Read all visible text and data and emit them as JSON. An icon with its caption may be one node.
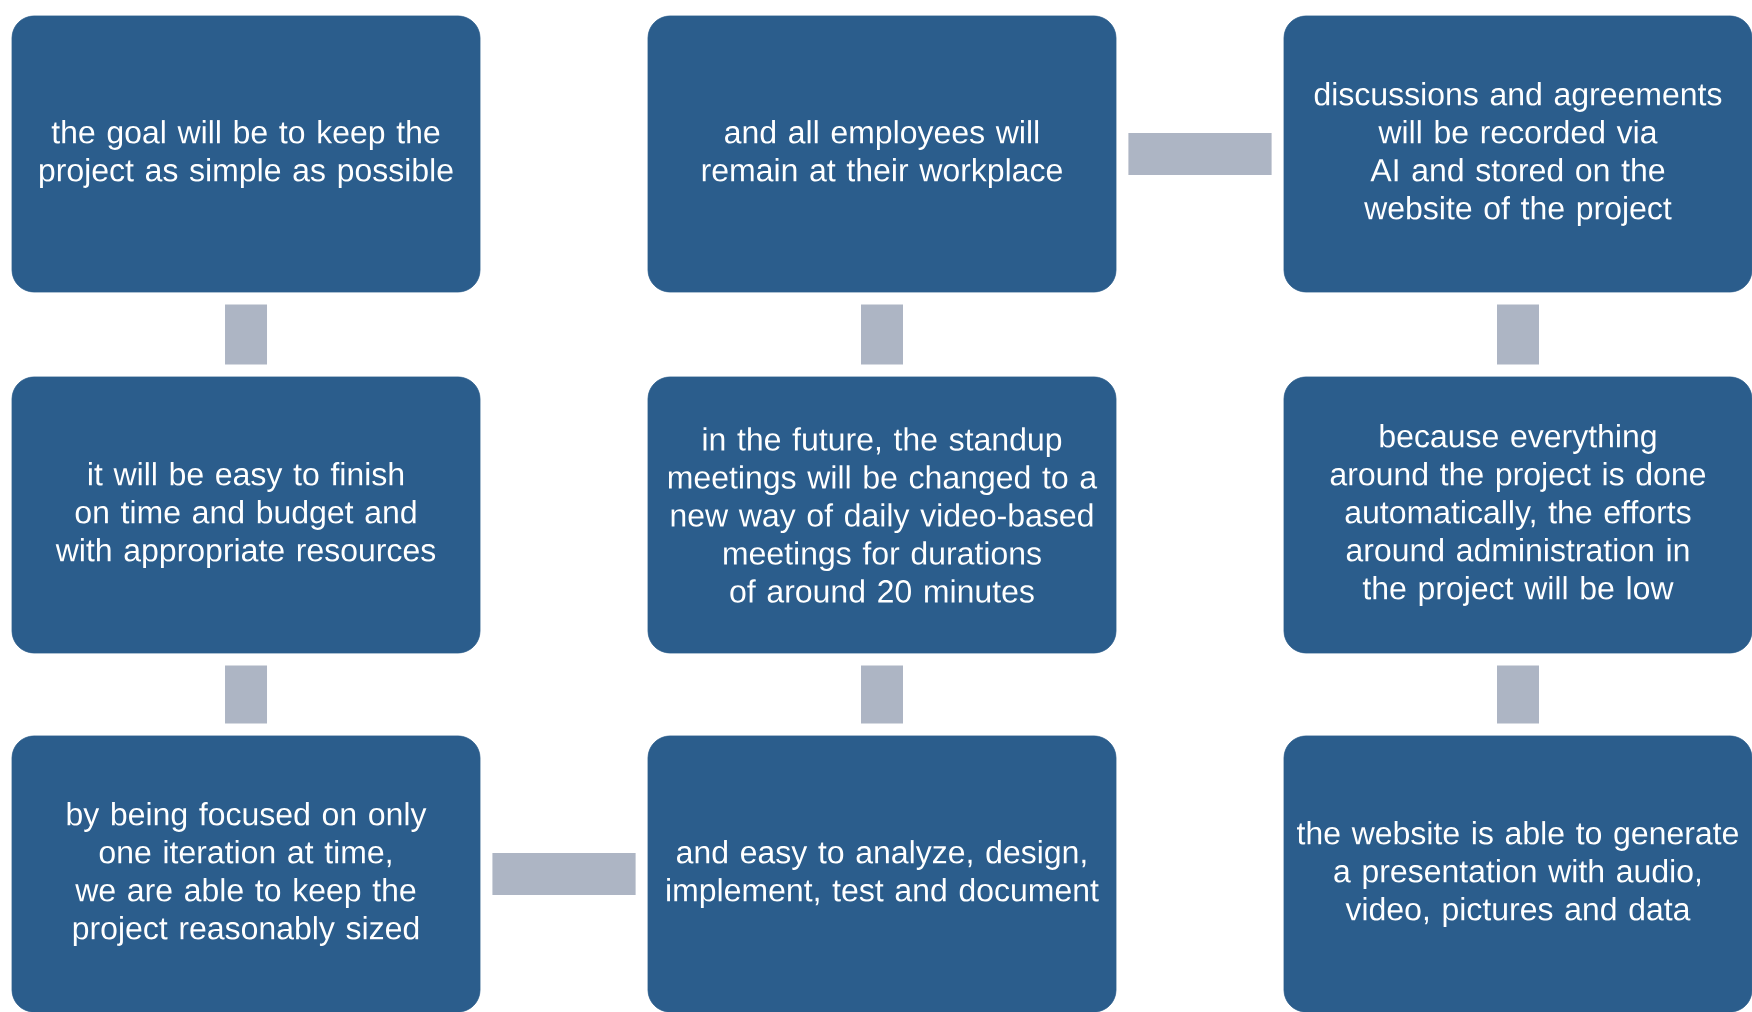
{
  "diagram": {
    "nodes": [
      {
        "text": [
          "the goal will be to keep the project as simple as possible"
        ]
      },
      {
        "text": [
          "and all employees will remain at their workplace"
        ]
      },
      {
        "text": [
          "discussions and agreements will be recorded via AI and stored on the website of the project"
        ]
      },
      {
        "text": [
          "it will be easy to finish on time and budget and with appropriate resources"
        ]
      },
      {
        "text": [
          "in the future, the standup meetings will be changed to a new way of daily video-based meetings for durations of around 20 minutes"
        ]
      },
      {
        "text": [
          "because everything around the project is done automatically, the efforts around administration in the project will be low"
        ]
      },
      {
        "text": [
          "by being focused on only one iteration at time, we are able to keep the project reasonably sized"
        ]
      },
      {
        "text": [
          "and easy to analyze, design, implement, test and document"
        ]
      },
      {
        "text": [
          "the website is able to generate a presentation with audio, video, pictures and data"
        ]
      }
    ],
    "edges": [
      {
        "from": 0,
        "to": 3,
        "arrow": "none"
      },
      {
        "from": 3,
        "to": 6,
        "arrow": "none"
      },
      {
        "from": 6,
        "to": 7,
        "arrow": "none"
      },
      {
        "from": 7,
        "to": 4,
        "arrow": "none"
      },
      {
        "from": 4,
        "to": 1,
        "arrow": "none"
      },
      {
        "from": 1,
        "to": 2,
        "arrow": "none"
      },
      {
        "from": 2,
        "to": 5,
        "arrow": "none"
      },
      {
        "from": 5,
        "to": 8,
        "arrow": "none"
      }
    ]
  }
}
